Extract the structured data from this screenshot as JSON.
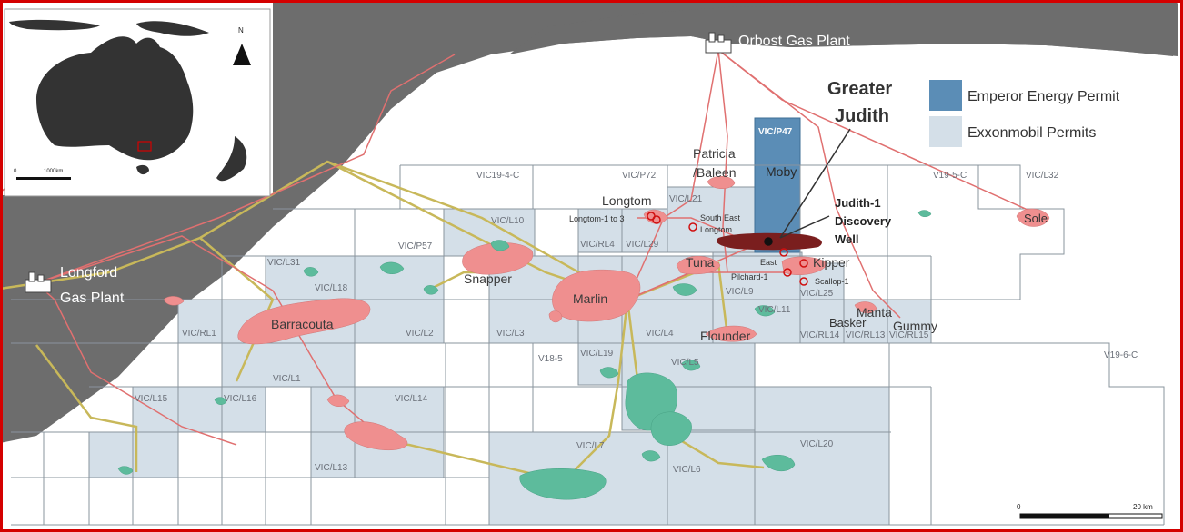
{
  "colors": {
    "land": "#6d6d6d",
    "sea": "#ffffff",
    "permit_emperor": "#5b8db6",
    "permit_exxon": "#d4dfe8",
    "gas_field": "#ef8f8f",
    "oil_field": "#5dbb9c",
    "pipeline_gas": "#e07070",
    "pipeline_oil": "#c8b85a",
    "frame": "#d40000"
  },
  "legend": {
    "emperor": "Emperor Energy Permit",
    "exxon": "Exxonmobil Permits"
  },
  "title": {
    "line1": "Greater",
    "line2": "Judith"
  },
  "plants": {
    "orbost": "Orbost Gas Plant",
    "longford_1": "Longford",
    "longford_2": "Gas Plant"
  },
  "fields": {
    "barracouta": "Barracouta",
    "snapper": "Snapper",
    "marlin": "Marlin",
    "tuna": "Tuna",
    "flounder": "Flounder",
    "kipper": "Kipper",
    "manta": "Manta",
    "gummy": "Gummy",
    "basker": "Basker",
    "sole": "Sole",
    "moby": "Moby",
    "longtom": "Longtom",
    "patricia_1": "Patricia",
    "patricia_2": "/Baleen"
  },
  "wells": {
    "judith_1": "Judith-1",
    "judith_2": "Discovery",
    "judith_3": "Well",
    "longtom_wells": "Longtom-1 to 3",
    "se_longtom_1": "South East",
    "se_longtom_2": "Longtom",
    "east": "East",
    "pilchard": "Pilchard-1",
    "scallop": "Scallop-1"
  },
  "permits": {
    "vic_p47": "VIC/P47",
    "vic19_4_c": "VIC19-4-C",
    "vic_p72": "VIC/P72",
    "v19_5_c": "V19-5-C",
    "vic_l32": "VIC/L32",
    "vic_l10": "VIC/L10",
    "vic_l21": "VIC/L21",
    "vic_rl4": "VIC/RL4",
    "vic_l29": "VIC/L29",
    "vic_p57": "VIC/P57",
    "vic_l31": "VIC/L31",
    "vic_l18": "VIC/L18",
    "vic_rl1": "VIC/RL1",
    "vic_l2": "VIC/L2",
    "vic_l3": "VIC/L3",
    "vic_l4": "VIC/L4",
    "vic_l9": "VIC/L9",
    "vic_l25": "VIC/L25",
    "vic_l11": "VIC/L11",
    "vic_rl14": "VIC/RL14",
    "vic_rl13": "VIC/RL13",
    "vic_rl15": "VIC/RL15",
    "v18_5": "V18-5",
    "vic_l19": "VIC/L19",
    "vic_l5": "VIC/L5",
    "vic_l1": "VIC/L1",
    "vic_l15": "VIC/L15",
    "vic_l16": "VIC/L16",
    "vic_l14": "VIC/L14",
    "vic_l13": "VIC/L13",
    "vic_l7": "VIC/L7",
    "vic_l6": "VIC/L6",
    "vic_l20": "VIC/L20",
    "v19_6_c": "V19-6-C"
  },
  "inset": {
    "north": "N",
    "scale_zero": "0",
    "scale_end": "1000km"
  },
  "scale": {
    "zero": "0",
    "end": "20 km"
  }
}
